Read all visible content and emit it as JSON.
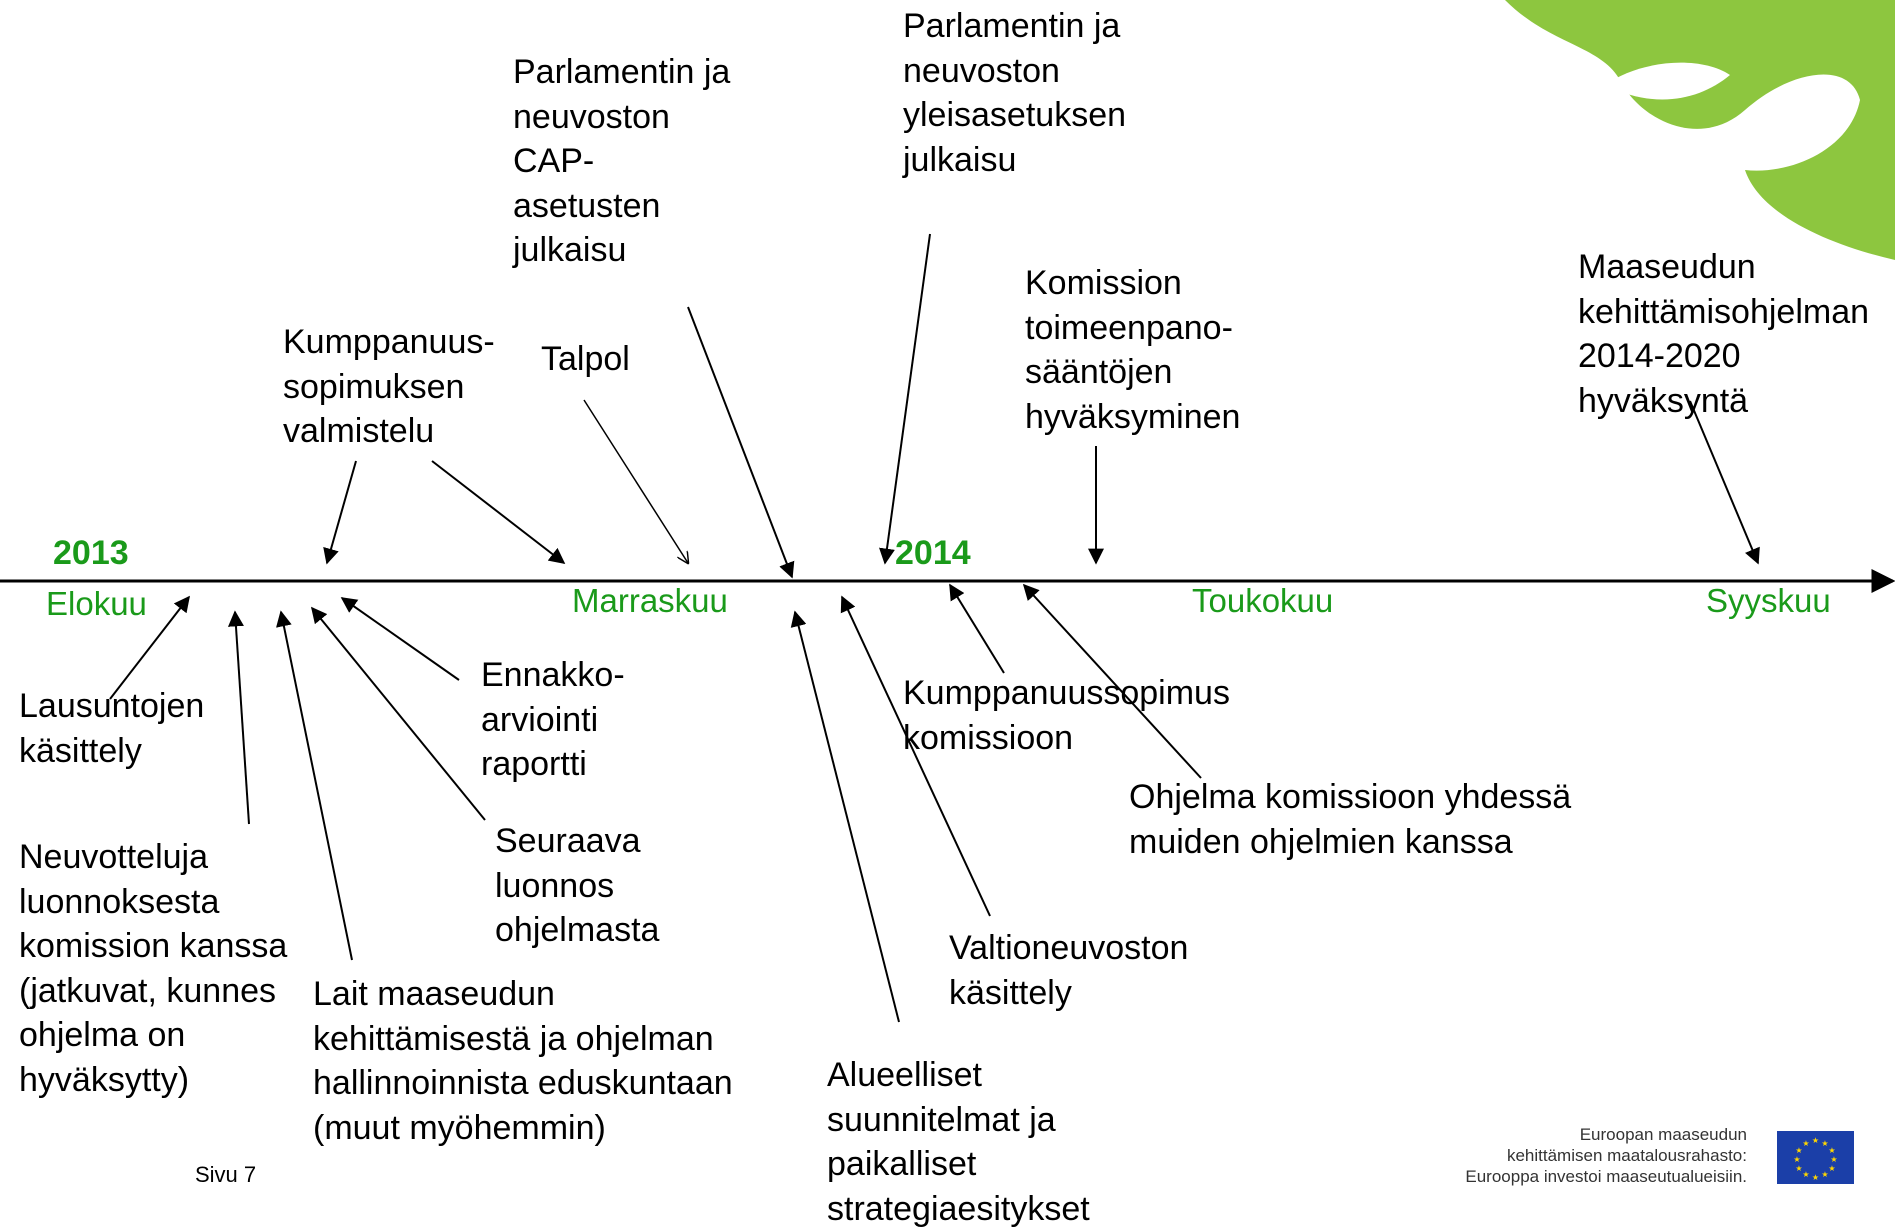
{
  "timeline": {
    "years": [
      "2013",
      "2014"
    ],
    "months": [
      "Elokuu",
      "Marraskuu",
      "Toukokuu",
      "Syyskuu"
    ]
  },
  "events_above": [
    "Kumppanuus-\nsopimuksen\nvalmistelu",
    "Talpol",
    "Parlamentin ja\nneuvoston\nCAP-\nasetusten\njulkaisu",
    "Parlamentin ja\nneuvoston\nyleisasetuksen\njulkaisu",
    "Komission\ntoimeenpano-\nsääntöjen\nhyväksyminen",
    "Maaseudun\nkehittämisohjelman\n2014-2020\nhyväksyntä"
  ],
  "events_below": [
    "Lausuntojen\nkäsittely",
    "Neuvotteluja\nluonnoksesta\nkomission kanssa\n(jatkuvat, kunnes\nohjelma on\nhyväksytty)",
    "Lait maaseudun\nkehittämisestä ja ohjelman\nhallinnoinnista eduskuntaan\n(muut myöhemmin)",
    "Seuraava\nluonnos\nohjelmasta",
    "Ennakko-\narviointi\nraportti",
    "Alueelliset\nsuunnitelmat ja\npaikalliset\nstrategiaesitykset",
    "Valtioneuvoston\nkäsittely",
    "Kumppanuussopimus\nkomissioon",
    "Ohjelma komissioon yhdessä\nmuiden ohjelmien kanssa"
  ],
  "footer": {
    "page": "Sivu 7",
    "eu_text": "Euroopan maaseudun\nkehittämisen maatalousrahasto:\nEurooppa investoi maaseutualueisiin."
  },
  "colors": {
    "accent_green": "#1a9a1a",
    "logo_green": "#8dc63f",
    "eu_blue": "#1b3fa8"
  },
  "icons": [
    "logo-graphic",
    "eu-flag-icon"
  ]
}
